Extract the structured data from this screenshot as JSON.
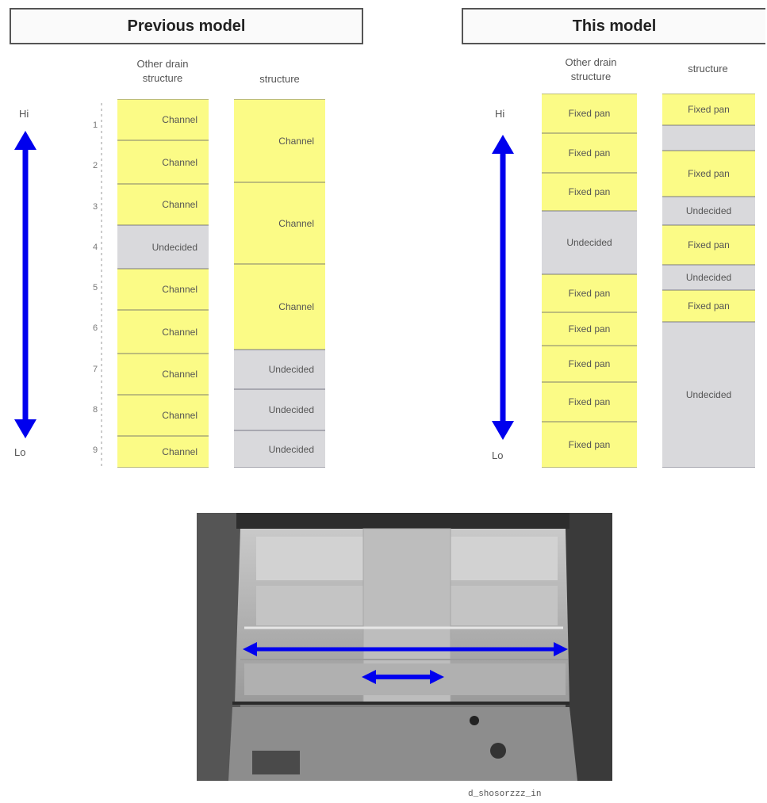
{
  "titles": {
    "left": "Previous model",
    "right": "This model"
  },
  "left_panel": {
    "col1_header": [
      "Other drain",
      "structure"
    ],
    "col2_header": "structure",
    "axis_top": "Hi",
    "axis_bottom": "Lo",
    "row_numbers": [
      "1",
      "2",
      "3",
      "4",
      "5",
      "6",
      "7",
      "8",
      "9"
    ],
    "col1_cells": [
      {
        "text": "Channel",
        "tone": "yellow"
      },
      {
        "text": "Channel",
        "tone": "yellow"
      },
      {
        "text": "Channel",
        "tone": "yellow"
      },
      {
        "text": "Undecided",
        "tone": "gray"
      },
      {
        "text": "Channel",
        "tone": "yellow"
      },
      {
        "text": "Channel",
        "tone": "yellow"
      },
      {
        "text": "Channel",
        "tone": "yellow"
      },
      {
        "text": "Channel",
        "tone": "yellow"
      },
      {
        "text": "Channel",
        "tone": "yellow"
      }
    ],
    "col2_cells": [
      {
        "text": "Channel",
        "tone": "yellow"
      },
      {
        "text": "Channel",
        "tone": "yellow"
      },
      {
        "text": "Channel",
        "tone": "yellow"
      },
      {
        "text": "Undecided",
        "tone": "gray"
      },
      {
        "text": "Undecided",
        "tone": "gray"
      },
      {
        "text": "Undecided",
        "tone": "gray"
      }
    ]
  },
  "right_panel": {
    "col1_header": [
      "Other drain",
      "structure"
    ],
    "col2_header": "structure",
    "axis_top": "Hi",
    "axis_bottom": "Lo",
    "col1_cells": [
      {
        "text": "Fixed pan",
        "tone": "yellow"
      },
      {
        "text": "Fixed pan",
        "tone": "yellow"
      },
      {
        "text": "Fixed pan",
        "tone": "yellow"
      },
      {
        "text": "Undecided",
        "tone": "gray"
      },
      {
        "text": "Fixed pan",
        "tone": "yellow"
      },
      {
        "text": "Fixed pan",
        "tone": "yellow"
      },
      {
        "text": "Fixed pan",
        "tone": "yellow"
      },
      {
        "text": "Fixed pan",
        "tone": "yellow"
      },
      {
        "text": "Fixed pan",
        "tone": "yellow"
      }
    ],
    "col2_cells": [
      {
        "text": "Fixed pan",
        "tone": "yellow"
      },
      {
        "text": "",
        "tone": "gray"
      },
      {
        "text": "Fixed pan",
        "tone": "yellow"
      },
      {
        "text": "Undecided",
        "tone": "gray"
      },
      {
        "text": "Fixed pan",
        "tone": "yellow"
      },
      {
        "text": "Undecided",
        "tone": "gray"
      },
      {
        "text": "Fixed pan",
        "tone": "yellow"
      },
      {
        "text": "Undecided",
        "tone": "gray"
      }
    ]
  },
  "photo_caption": "d_shosorzzz_in",
  "colors": {
    "arrow": "#0000ee",
    "yellow_cell": "#fbfb86",
    "gray_cell": "#d9d9dc"
  }
}
